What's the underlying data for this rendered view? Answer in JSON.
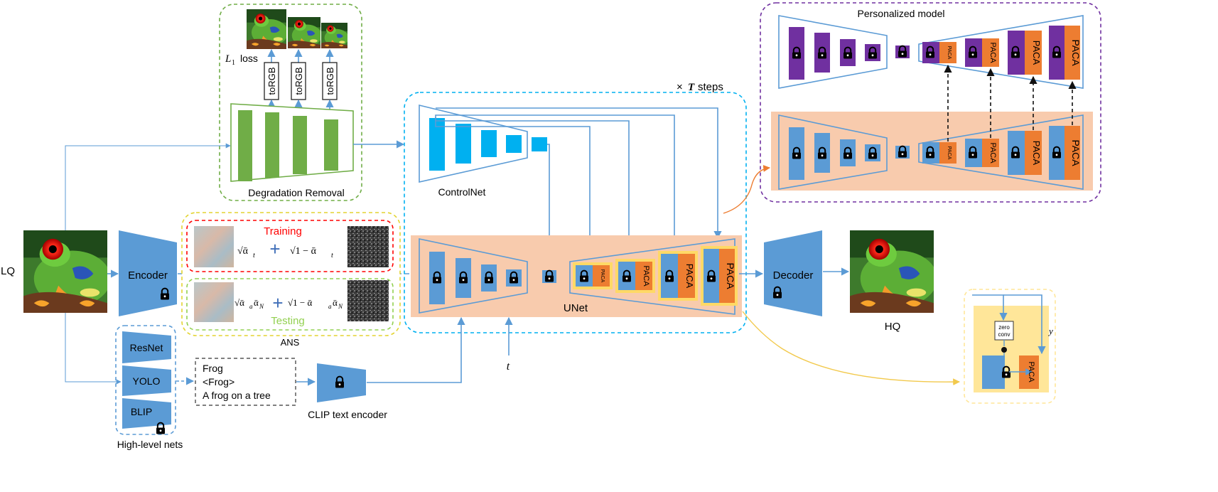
{
  "labels": {
    "lq": "LQ",
    "hq": "HQ",
    "encoder": "Encoder",
    "decoder": "Decoder",
    "degradation_removal": "Degradation Removal",
    "l1_loss": "loss",
    "l1_symbol": "L",
    "l1_subscript": "1",
    "to_rgb": "toRGB",
    "controlnet": "ControlNet",
    "unet": "UNet",
    "t_steps_prefix": "×",
    "t_steps_var": "T",
    "t_steps_suffix": "steps",
    "t_input": "t",
    "training": "Training",
    "testing": "Testing",
    "ans": "ANS",
    "high_level_nets": "High-level nets",
    "clip_text_encoder": "CLIP text encoder",
    "personalized_model": "Personalized model",
    "paca": "PACA",
    "zero_conv_line1": "zero",
    "zero_conv_line2": "conv",
    "y_label": "y",
    "plus": "+"
  },
  "nets": [
    "ResNet",
    "YOLO",
    "BLIP"
  ],
  "prompts": [
    "Frog",
    "<Frog>",
    "A frog on a tree"
  ],
  "formulas": {
    "train_a": "√ᾱ",
    "train_a_sub": "t",
    "train_b": "√1 − ᾱ",
    "train_b_sub": "t",
    "test_a": "√ᾱ",
    "test_a_sub": "a",
    "test_a2": "ᾱ",
    "test_a2_sub": "N",
    "test_b": "√1 − ᾱ",
    "test_b_sub": "a",
    "test_b2": "ᾱ",
    "test_b2_sub": "N"
  },
  "colors": {
    "block_blue": "#5b9bd5",
    "cyan": "#00b0f0",
    "green": "#70ad47",
    "orange": "#ed7d31",
    "purple": "#7030a0",
    "peach_bg": "#f8cbad",
    "yellow_hl": "#ffd966",
    "red": "#e03030",
    "training_red": "#ff0000",
    "testing_green": "#92d050",
    "arrow_blue": "#5b9bd5",
    "dashed_green": "#70ad47",
    "dashed_yellow": "#e3d430",
    "dashed_cyan": "#00b0f0",
    "dashed_purple": "#7030a0",
    "dashed_blue": "#5b9bd5",
    "light_yellow_dash": "#ffe699"
  },
  "icons": [
    "lock-icon",
    "frog-image",
    "noise-image",
    "latent-image"
  ]
}
